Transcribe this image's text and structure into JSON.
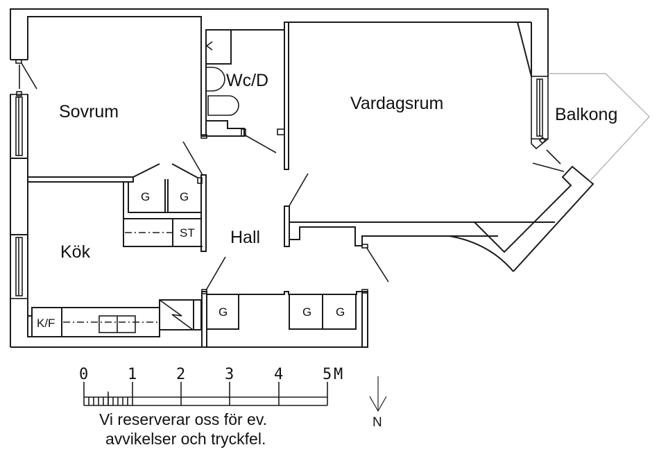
{
  "plan": {
    "rooms": {
      "sovrum": "Sovrum",
      "wc": "Wc/D",
      "vardagsrum": "Vardagsrum",
      "balkong": "Balkong",
      "kok": "Kök",
      "hall": "Hall"
    },
    "fixtures": {
      "wardrobe": "G",
      "storage": "ST",
      "fridge_freezer": "K/F"
    }
  },
  "scale_bar": {
    "ticks": [
      "0",
      "1",
      "2",
      "3",
      "4",
      "5"
    ],
    "unit": "M"
  },
  "north": {
    "label": "N"
  },
  "disclaimer": {
    "line1": "Vi reserverar oss för ev.",
    "line2": "avvikelser och tryckfel."
  }
}
